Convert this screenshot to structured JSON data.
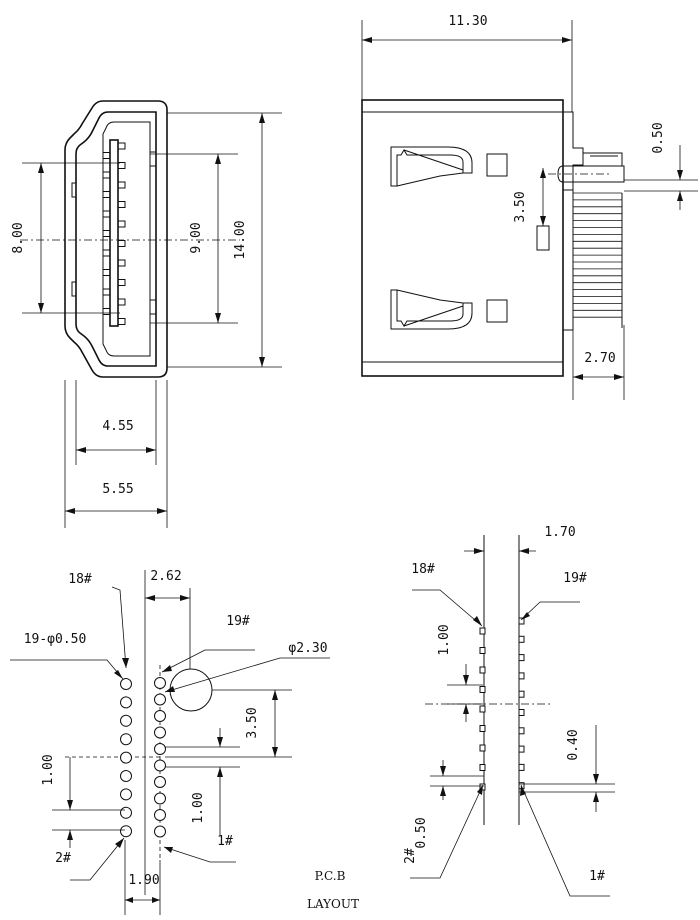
{
  "front_view": {
    "dim_width_outer": "5.55",
    "dim_width_inner": "4.55",
    "dim_height_inner": "8.00",
    "dim_height_mid": "9.00",
    "dim_height_outer": "14.00"
  },
  "side_view": {
    "dim_length": "11.30",
    "dim_lead_pitch": "0.50",
    "dim_offset": "3.50",
    "dim_lead_length": "2.70"
  },
  "pcb_layout": {
    "pin_18_label": "18#",
    "pin_19_label": "19#",
    "pin_1_label": "1#",
    "pin_2_label": "2#",
    "hole_spec": "19-φ0.50",
    "mount_hole_spec": "φ2.30",
    "dim_row_spacing": "2.62",
    "dim_row_offset": "1.90",
    "dim_pitch_left": "1.00",
    "dim_pitch_right": "1.00",
    "dim_hole_offset": "3.50",
    "title_line1": "P.C.B",
    "title_line2": "LAYOUT"
  },
  "pin_view": {
    "pin_18_label": "18#",
    "pin_19_label": "19#",
    "pin_1_label": "1#",
    "pin_2_label": "2#",
    "dim_span": "1.70",
    "dim_pitch": "1.00",
    "dim_pad": "0.40",
    "dim_offset": "0.50"
  }
}
